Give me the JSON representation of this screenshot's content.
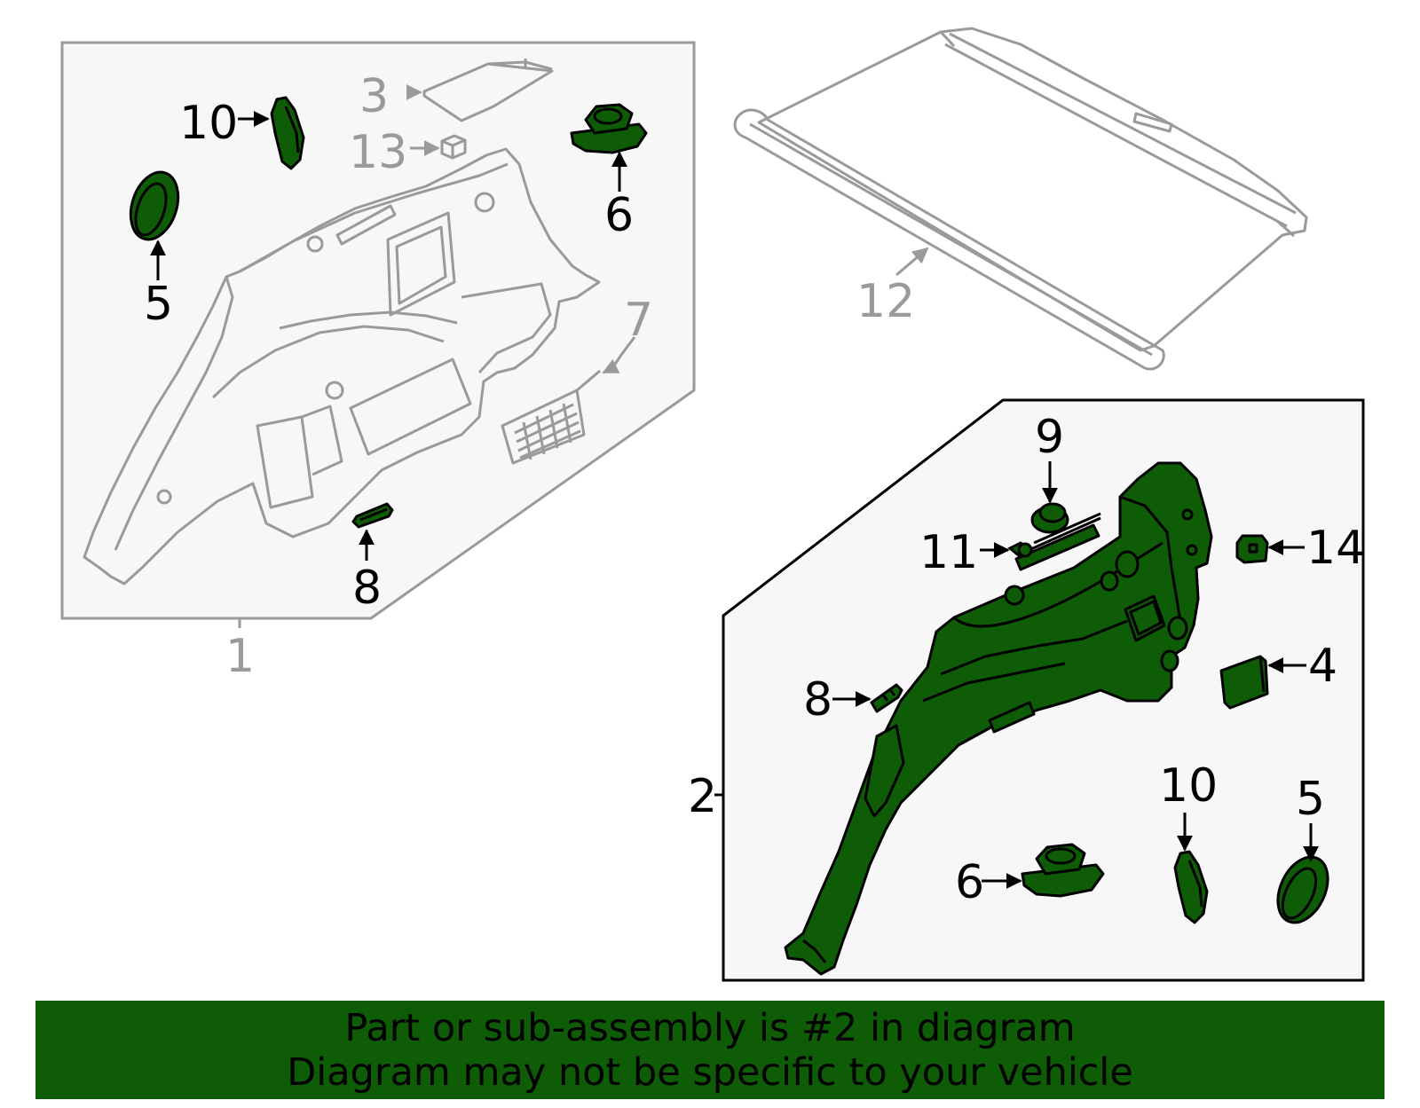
{
  "colors": {
    "highlight_fill": "#0f5c06",
    "outline_dark": "#000000",
    "outline_gray": "#9a9a9a",
    "panel_bg": "#f7f7f7"
  },
  "callouts": {
    "left_group": {
      "assembly": "1",
      "p3": "3",
      "p5": "5",
      "p6": "6",
      "p7": "7",
      "p8": "8",
      "p10": "10",
      "p13": "13"
    },
    "top_right": {
      "p12": "12"
    },
    "right_group": {
      "assembly": "2",
      "p4": "4",
      "p5": "5",
      "p6": "6",
      "p8": "8",
      "p9": "9",
      "p10": "10",
      "p11": "11",
      "p14": "14"
    }
  },
  "banner": {
    "line1": "Part or sub-assembly is #2 in diagram",
    "line2": "Diagram may not be specific to your vehicle"
  }
}
